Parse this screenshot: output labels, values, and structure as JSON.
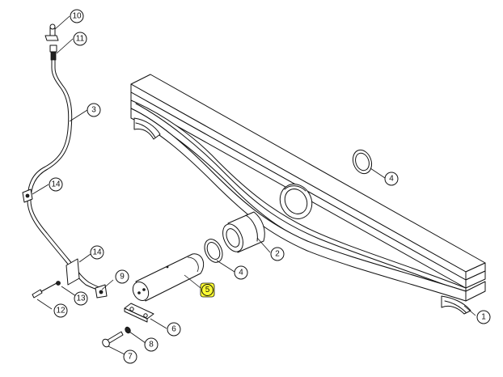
{
  "diagram": {
    "highlight_color": "#ffff33",
    "callouts": [
      {
        "id": "c1",
        "label": "1"
      },
      {
        "id": "c2",
        "label": "2"
      },
      {
        "id": "c3",
        "label": "3"
      },
      {
        "id": "c4a",
        "label": "4"
      },
      {
        "id": "c4b",
        "label": "4"
      },
      {
        "id": "c5",
        "label": "5",
        "highlighted": true
      },
      {
        "id": "c6",
        "label": "6"
      },
      {
        "id": "c7",
        "label": "7"
      },
      {
        "id": "c8",
        "label": "8"
      },
      {
        "id": "c9",
        "label": "9"
      },
      {
        "id": "c10",
        "label": "10"
      },
      {
        "id": "c11",
        "label": "11"
      },
      {
        "id": "c12",
        "label": "12"
      },
      {
        "id": "c13",
        "label": "13"
      },
      {
        "id": "c14a",
        "label": "14"
      },
      {
        "id": "c14b",
        "label": "14"
      }
    ]
  }
}
